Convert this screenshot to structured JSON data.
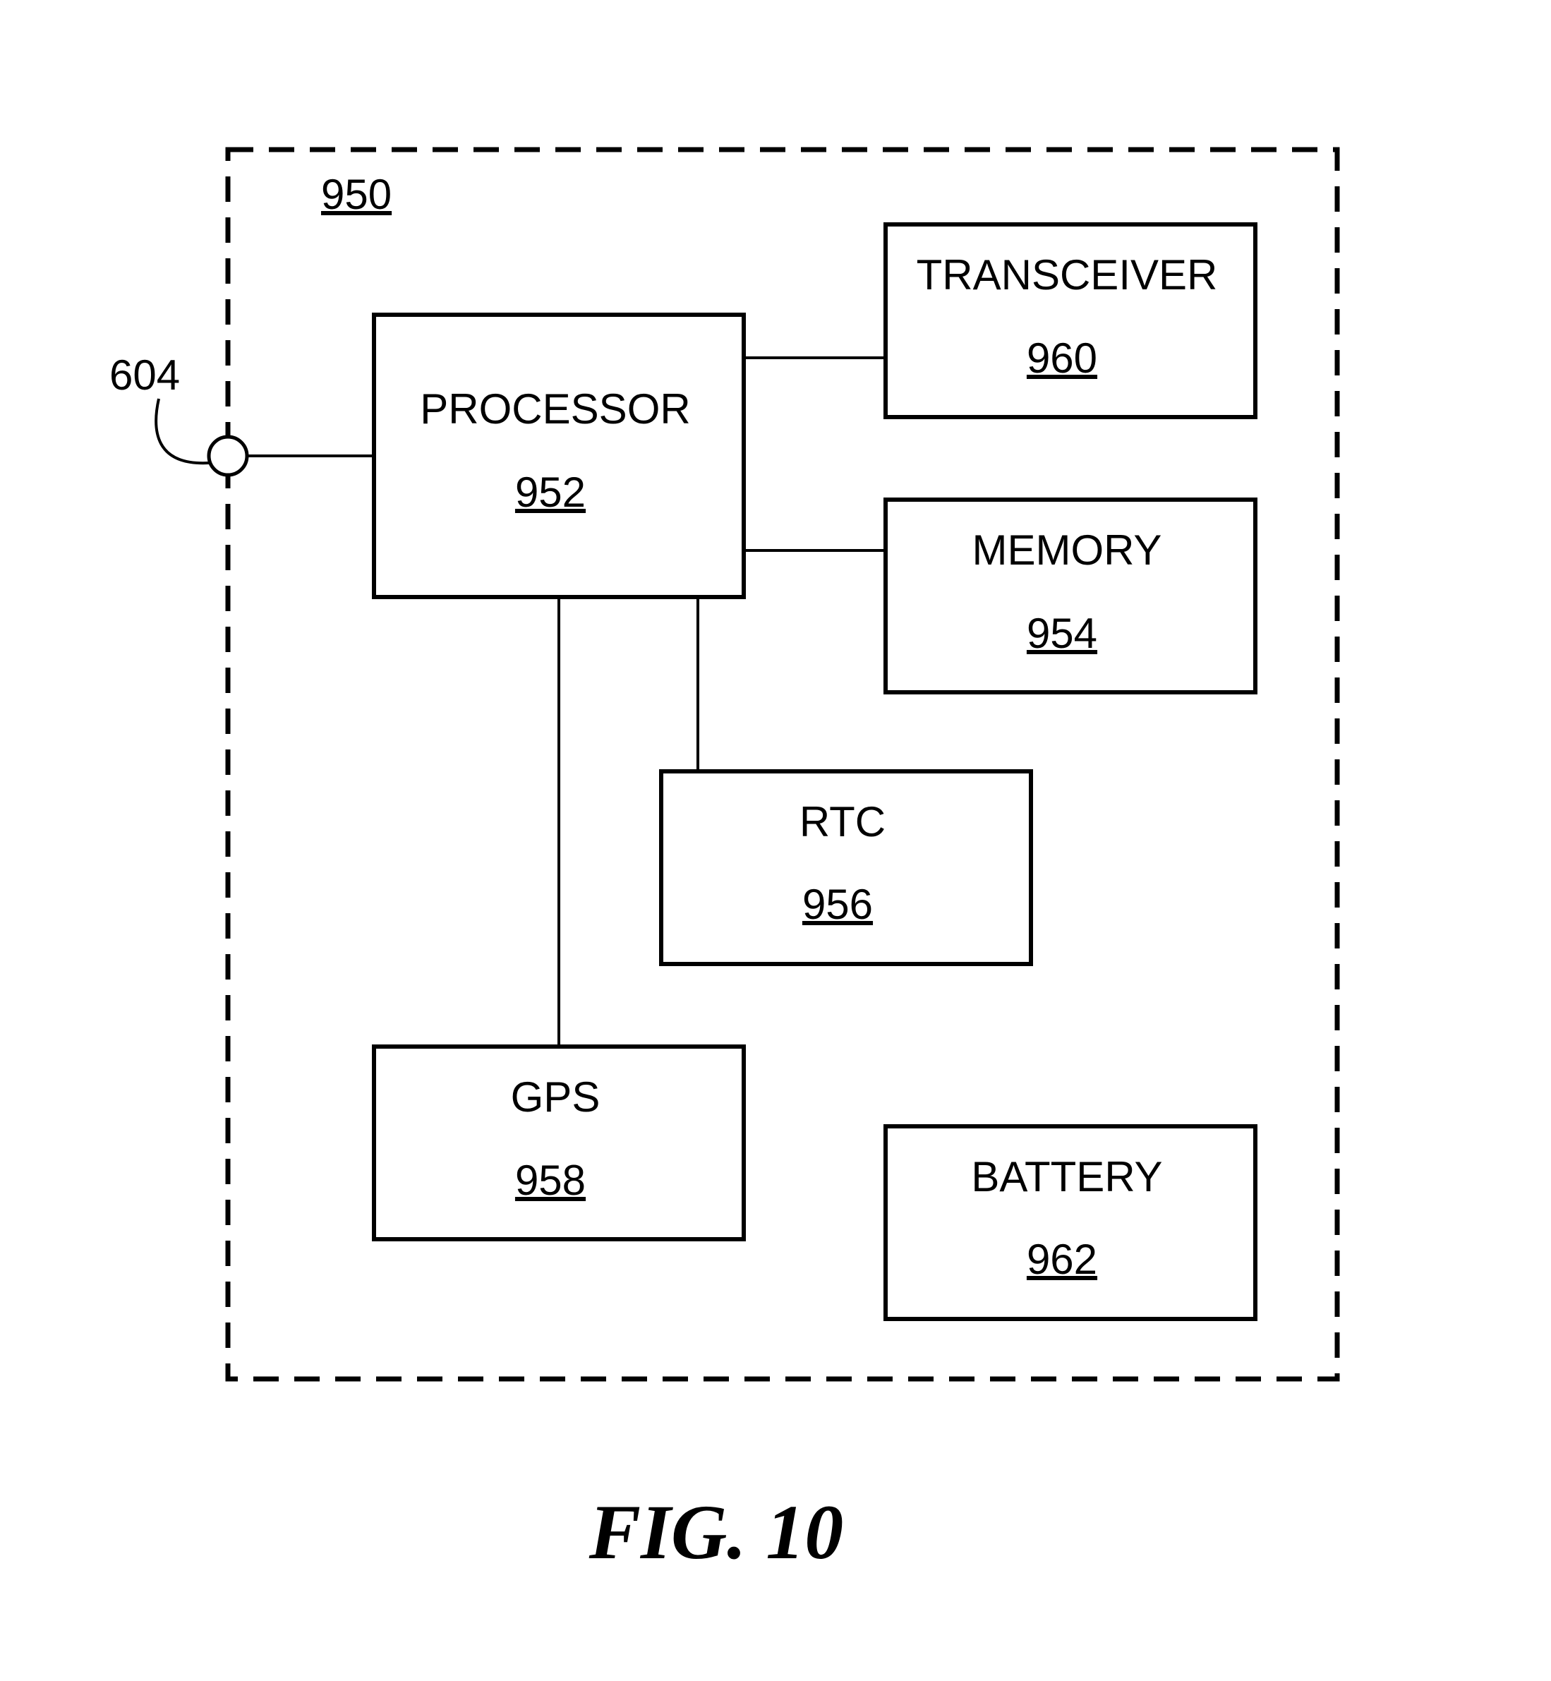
{
  "diagram": {
    "enclosure_ref": "950",
    "terminal_ref": "604",
    "blocks": {
      "processor": {
        "label": "PROCESSOR",
        "ref": "952"
      },
      "transceiver": {
        "label": "TRANSCEIVER",
        "ref": "960"
      },
      "memory": {
        "label": "MEMORY",
        "ref": "954"
      },
      "rtc": {
        "label": "RTC",
        "ref": "956"
      },
      "gps": {
        "label": "GPS",
        "ref": "958"
      },
      "battery": {
        "label": "BATTERY",
        "ref": "962"
      }
    },
    "caption": "FIG. 10"
  }
}
